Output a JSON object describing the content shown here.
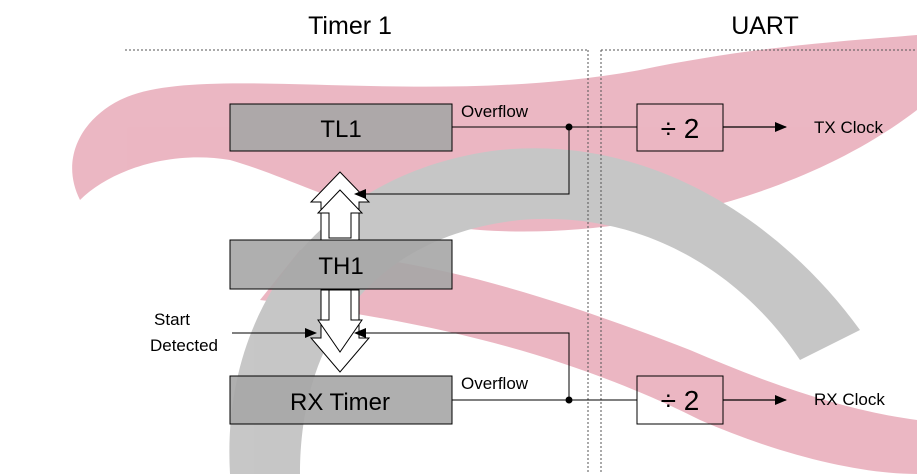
{
  "sections": {
    "timer1": "Timer 1",
    "uart": "UART"
  },
  "blocks": {
    "tl1": "TL1",
    "th1": "TH1",
    "rx_timer": "RX Timer"
  },
  "dividers": {
    "tx": "÷ 2",
    "rx": "÷ 2"
  },
  "signals": {
    "overflow_top": "Overflow",
    "overflow_bottom": "Overflow",
    "tx_clock": "TX Clock",
    "rx_clock": "RX Clock",
    "start_line1": "Start",
    "start_line2": "Detected"
  },
  "colors": {
    "watermark_pink": "#e8aab8",
    "watermark_gray": "#bdbdbd",
    "block_fill": "#a6a6a6",
    "line": "#000000"
  }
}
